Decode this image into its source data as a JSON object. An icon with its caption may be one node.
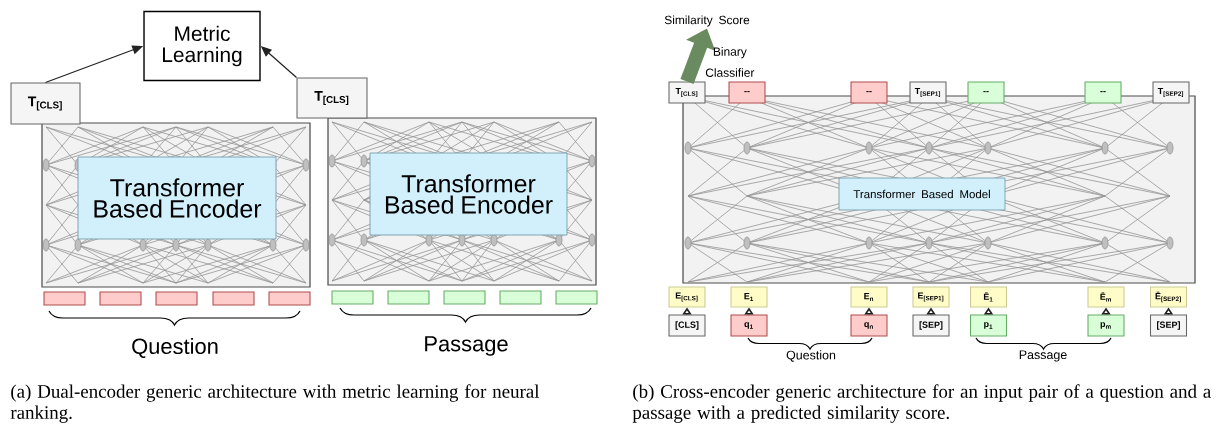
{
  "diagram": {
    "nodes": [
      {
        "text": [
          "Metric Learning"
        ]
      },
      {
        "text": [
          "T$_{[CLS]}$"
        ]
      },
      {
        "text": [
          "T$_{[CLS]}$"
        ]
      },
      {
        "text": [
          "Transformer Based Encoder"
        ]
      },
      {
        "text": [
          "Transformer Based Encoder"
        ]
      },
      {
        "text": [],
        "shape": "box"
      },
      {
        "text": [],
        "shape": "box"
      },
      {
        "text": [],
        "shape": "box"
      },
      {
        "text": [],
        "shape": "box"
      },
      {
        "text": [],
        "shape": "box"
      },
      {
        "text": [],
        "shape": "box"
      },
      {
        "text": [],
        "shape": "box"
      },
      {
        "text": [],
        "shape": "box"
      },
      {
        "text": [],
        "shape": "box"
      },
      {
        "text": [],
        "shape": "box"
      },
      {
        "text": [
          "Similarity Score"
        ]
      },
      {
        "text": [
          "T$_{[CLS]}$"
        ]
      },
      {
        "text": [
          "--"
        ]
      },
      {
        "text": [
          "--"
        ]
      },
      {
        "text": [
          "T$_{[SEP1]}$"
        ]
      },
      {
        "text": [
          "--"
        ]
      },
      {
        "text": [
          "--"
        ]
      },
      {
        "text": [
          "T$_{[SEP2]}$"
        ]
      },
      {
        "text": [
          "Transformer Based Model"
        ]
      },
      {
        "text": [
          "E$_{[CLS]}$"
        ]
      },
      {
        "text": [
          "E$_{1}$"
        ]
      },
      {
        "text": [
          "E$_{n}$"
        ]
      },
      {
        "text": [
          "E$_{[SEP1]}$"
        ]
      },
      {
        "text": [
          "Ē$_{1}$"
        ]
      },
      {
        "text": [
          "Ē$_{m}$"
        ]
      },
      {
        "text": [
          "Ē$_{[SEP2]}$"
        ]
      },
      {
        "text": [
          "[CLS]"
        ]
      },
      {
        "text": [
          "q$_{1}$"
        ]
      },
      {
        "text": [
          "q$_{n}$"
        ]
      },
      {
        "text": [
          "[SEP]"
        ]
      },
      {
        "text": [
          "p$_{1}$"
        ]
      },
      {
        "text": [
          "p$_{m}$"
        ]
      },
      {
        "text": [
          "[SEP]"
        ]
      }
    ],
    "edges": [
      {
        "from": 1,
        "to": 0,
        "arrow": "to"
      },
      {
        "from": 2,
        "to": 0,
        "arrow": "to"
      },
      {
        "from": 16,
        "to": 15,
        "arrow": "to",
        "label": "Binary Classifier",
        "style": "thick",
        "color": "#6a8a5f"
      },
      {
        "from": 31,
        "to": 24,
        "arrow": "to"
      },
      {
        "from": 32,
        "to": 25,
        "arrow": "to"
      },
      {
        "from": 33,
        "to": 26,
        "arrow": "to"
      },
      {
        "from": 34,
        "to": 27,
        "arrow": "to"
      },
      {
        "from": 35,
        "to": 28,
        "arrow": "to"
      },
      {
        "from": 36,
        "to": 29,
        "arrow": "to"
      },
      {
        "from": 37,
        "to": 30,
        "arrow": "to"
      }
    ],
    "labels": [
      "Question",
      "Passage",
      "Question",
      "Passage",
      "(a) Dual-encoder generic architecture with metric learning for neural ranking.",
      "(b) Cross-encoder generic architecture for an input pair of a question and a passage with a predicted similarity score."
    ]
  }
}
